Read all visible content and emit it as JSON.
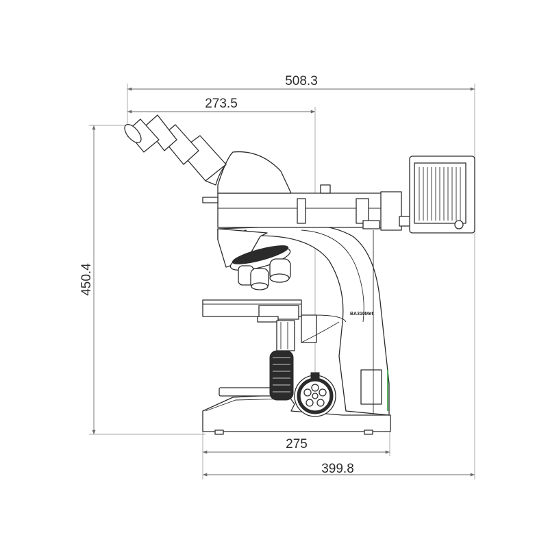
{
  "dimensions": {
    "overall_width": "508.3",
    "head_offset": "273.5",
    "height": "450.4",
    "base_depth": "275",
    "base_to_lamp": "399.8"
  },
  "model_label": "BA310Met",
  "colors": {
    "line": "#2b2b2b",
    "dimension": "#6a6a6a",
    "accent_green": "#2e9e3e"
  }
}
